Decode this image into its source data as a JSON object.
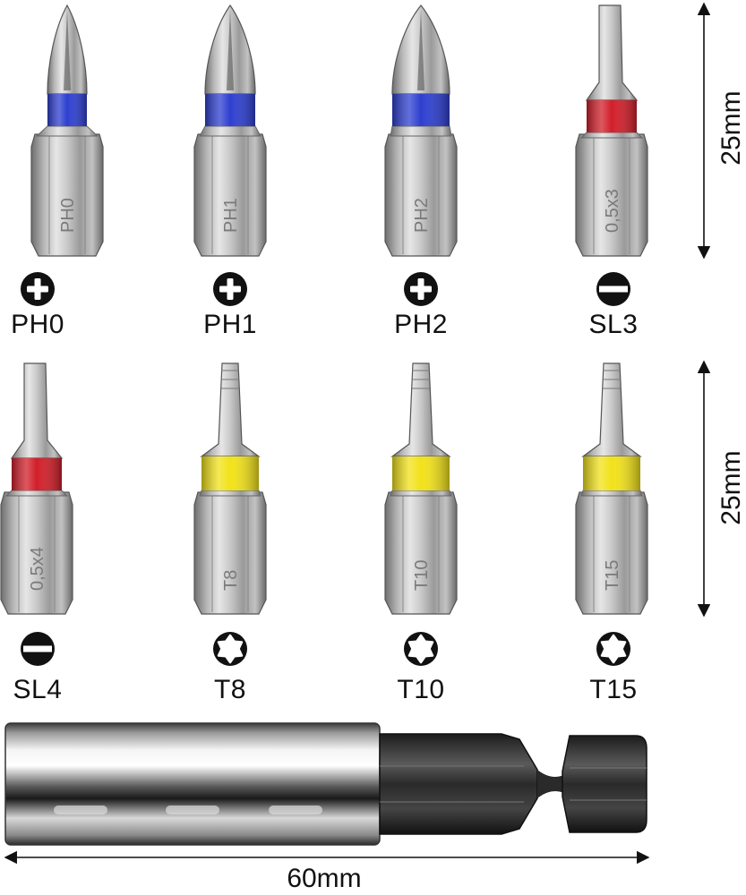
{
  "bits": [
    {
      "label": "PH0",
      "engraving": "PH0",
      "tip": "phillips",
      "band_color": "#2e3fd0",
      "icon": "phillips-icon"
    },
    {
      "label": "PH1",
      "engraving": "PH1",
      "tip": "phillips",
      "band_color": "#2e3fd0",
      "icon": "phillips-icon"
    },
    {
      "label": "PH2",
      "engraving": "PH2",
      "tip": "phillips",
      "band_color": "#2e3fd0",
      "icon": "phillips-icon"
    },
    {
      "label": "SL3",
      "engraving": "0,5x3",
      "tip": "slotted",
      "band_color": "#d21f2a",
      "icon": "slotted-icon"
    },
    {
      "label": "SL4",
      "engraving": "0,5x4",
      "tip": "slotted",
      "band_color": "#d21f2a",
      "icon": "slotted-icon"
    },
    {
      "label": "T8",
      "engraving": "T8",
      "tip": "torx",
      "band_color": "#f2e21a",
      "icon": "torx-icon"
    },
    {
      "label": "T10",
      "engraving": "T10",
      "tip": "torx",
      "band_color": "#f2e21a",
      "icon": "torx-icon"
    },
    {
      "label": "T15",
      "engraving": "T15",
      "tip": "torx",
      "band_color": "#f2e21a",
      "icon": "torx-icon"
    }
  ],
  "dimensions": {
    "row1_height": "25mm",
    "row2_height": "25mm",
    "holder_length": "60mm"
  }
}
